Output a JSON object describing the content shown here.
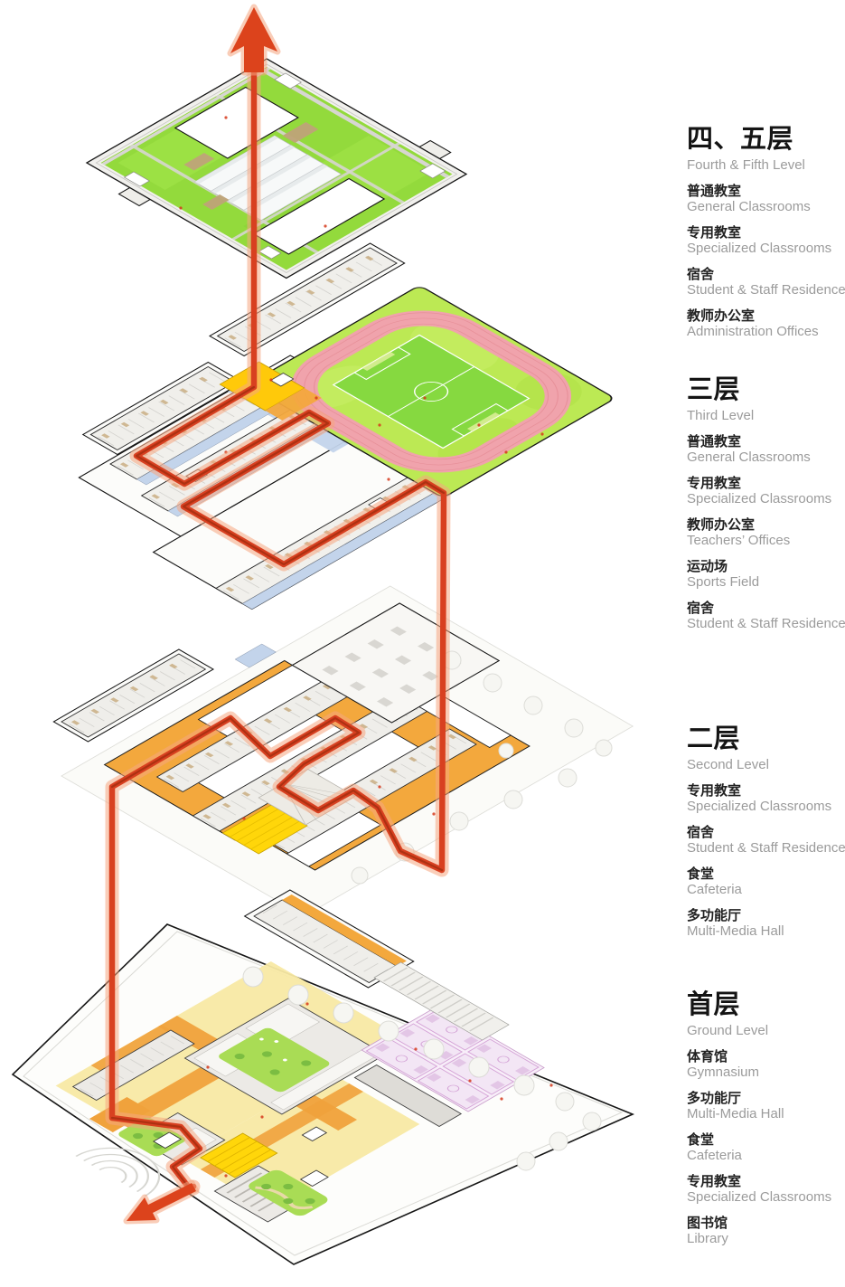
{
  "page": {
    "background": "#ffffff",
    "type": "exploded-axonometric-school-diagram"
  },
  "legend": {
    "blocks": [
      {
        "title_cn": "四、五层",
        "title_en": "Fourth & Fifth Level",
        "items": [
          {
            "cn": "普通教室",
            "en": "General Classrooms"
          },
          {
            "cn": "专用教室",
            "en": "Specialized Classrooms"
          },
          {
            "cn": "宿舍",
            "en": "Student & Staff Residence"
          },
          {
            "cn": "教师办公室",
            "en": "Administration Offices"
          }
        ]
      },
      {
        "title_cn": "三层",
        "title_en": "Third Level",
        "items": [
          {
            "cn": "普通教室",
            "en": "General Classrooms"
          },
          {
            "cn": "专用教室",
            "en": "Specialized Classrooms"
          },
          {
            "cn": "教师办公室",
            "en": "Teachers’ Offices"
          },
          {
            "cn": "运动场",
            "en": "Sports Field"
          },
          {
            "cn": "宿舍",
            "en": "Student & Staff Residence"
          }
        ]
      },
      {
        "title_cn": "二层",
        "title_en": "Second Level",
        "items": [
          {
            "cn": "专用教室",
            "en": "Specialized Classrooms"
          },
          {
            "cn": "宿舍",
            "en": "Student & Staff Residence"
          },
          {
            "cn": "食堂",
            "en": "Cafeteria"
          },
          {
            "cn": "多功能厅",
            "en": "Multi-Media Hall"
          }
        ]
      },
      {
        "title_cn": "首层",
        "title_en": "Ground Level",
        "items": [
          {
            "cn": "体育馆",
            "en": "Gymnasium"
          },
          {
            "cn": "多功能厅",
            "en": "Multi-Media Hall"
          },
          {
            "cn": "食堂",
            "en": "Cafeteria"
          },
          {
            "cn": "专用教室",
            "en": "Specialized Classrooms"
          },
          {
            "cn": "图书馆",
            "en": "Library"
          }
        ]
      }
    ]
  },
  "diagram": {
    "levels": [
      "fourth-fifth-level",
      "third-level",
      "second-level",
      "ground-level"
    ],
    "circulation": {
      "halo": "#f5a57f",
      "core": "#d84020",
      "inner": "#a22d0f"
    },
    "palette": {
      "roof_green": "#93da3c",
      "grass": "#bce954",
      "pitch_green": "#86d940",
      "track_pink": "#f0a3ac",
      "deck_orange": "#f3a83d",
      "hall_yellow": "#ffd60a",
      "gold": "#ffc90a",
      "corridor_blue": "#c3d4eb",
      "court_pink": "#d4a3d6",
      "pale_yellow": "#f8e9a4",
      "garden_green": "#a9dc55",
      "tree_green": "#7bbd42",
      "outline": "#161616",
      "ghost": "#dededa"
    }
  }
}
